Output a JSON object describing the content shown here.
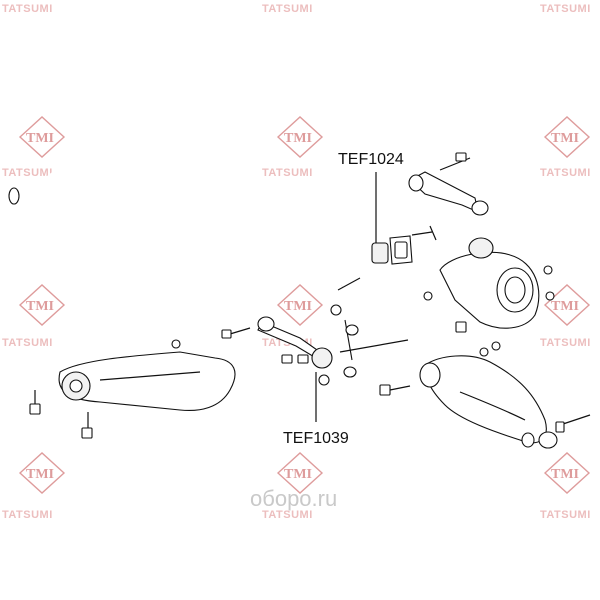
{
  "watermark": {
    "brand_word": "TATSUMI",
    "logo_word": "TMI",
    "color": "#d98b8b"
  },
  "labels": {
    "part_1": "TEF1024",
    "part_2": "TEF1039"
  },
  "footer_brand": {
    "text": "оборо.ru",
    "color": "#c9c9c9"
  }
}
